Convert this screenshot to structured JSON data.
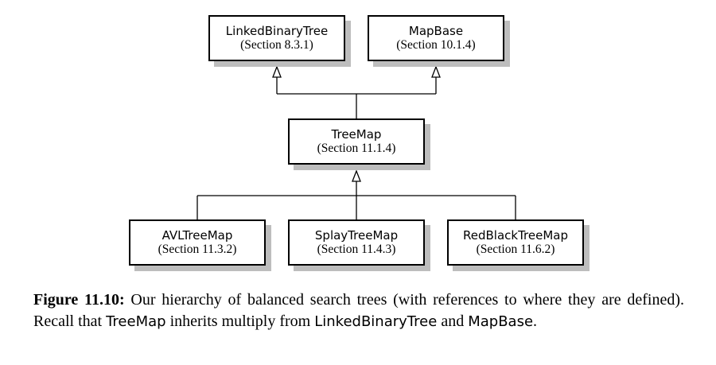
{
  "nodes": {
    "linked_binary_tree": {
      "name": "LinkedBinaryTree",
      "section": "(Section 8.3.1)"
    },
    "map_base": {
      "name": "MapBase",
      "section": "(Section 10.1.4)"
    },
    "tree_map": {
      "name": "TreeMap",
      "section": "(Section 11.1.4)"
    },
    "avl_tree_map": {
      "name": "AVLTreeMap",
      "section": "(Section 11.3.2)"
    },
    "splay_tree_map": {
      "name": "SplayTreeMap",
      "section": "(Section 11.4.3)"
    },
    "red_black_tree_map": {
      "name": "RedBlackTreeMap",
      "section": "(Section 11.6.2)"
    }
  },
  "edges": [
    {
      "from": "tree_map",
      "to": "linked_binary_tree",
      "type": "inherits"
    },
    {
      "from": "tree_map",
      "to": "map_base",
      "type": "inherits"
    },
    {
      "from": "avl_tree_map",
      "to": "tree_map",
      "type": "inherits"
    },
    {
      "from": "splay_tree_map",
      "to": "tree_map",
      "type": "inherits"
    },
    {
      "from": "red_black_tree_map",
      "to": "tree_map",
      "type": "inherits"
    }
  ],
  "caption": {
    "label": "Figure 11.10:",
    "text_1": " Our hierarchy of balanced search trees (with references to where they are defined).  Recall that ",
    "code_1": "TreeMap",
    "text_2": " inherits multiply from ",
    "code_2": "LinkedBinaryTree",
    "text_3": " and ",
    "code_3": "MapBase",
    "text_4": "."
  }
}
